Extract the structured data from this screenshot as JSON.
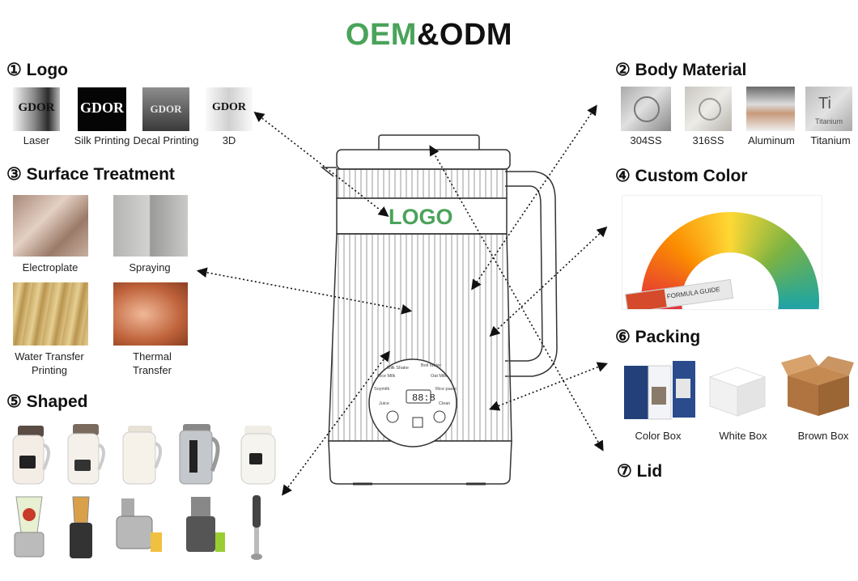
{
  "header": {
    "title_part1": "OEM",
    "title_part2": "&ODM"
  },
  "sections": {
    "logo": {
      "title": "① Logo",
      "tile_text": "GDOR",
      "options": [
        "Laser",
        "Silk Printing",
        "Decal Printing",
        "3D"
      ]
    },
    "surface": {
      "title": "③ Surface Treatment",
      "options": [
        "Electroplate",
        "Spraying",
        "Water Transfer Printing",
        "Thermal Transfer"
      ]
    },
    "shaped": {
      "title": "⑤ Shaped"
    },
    "body": {
      "title": "② Body Material",
      "options": [
        "304SS",
        "316SS",
        "Aluminum",
        "Titanium"
      ],
      "ti_symbol": "Ti",
      "ti_label": "Titanium"
    },
    "color": {
      "title": "④ Custom Color",
      "guide_text": "FORMULA GUIDE"
    },
    "packing": {
      "title": "⑥ Packing",
      "options": [
        "Color Box",
        "White Box",
        "Brown Box"
      ]
    },
    "lid": {
      "title": "⑦ Lid"
    }
  },
  "product": {
    "logo_text": "LOGO",
    "panel_labels": [
      "Milk Shake",
      "Boil Water",
      "Rice Milk",
      "Oat Milk",
      "Soymilk",
      "Rice paste",
      "Juice",
      "Clean"
    ],
    "display": "88:8"
  },
  "colors": {
    "accent_green": "#4aa35a"
  }
}
